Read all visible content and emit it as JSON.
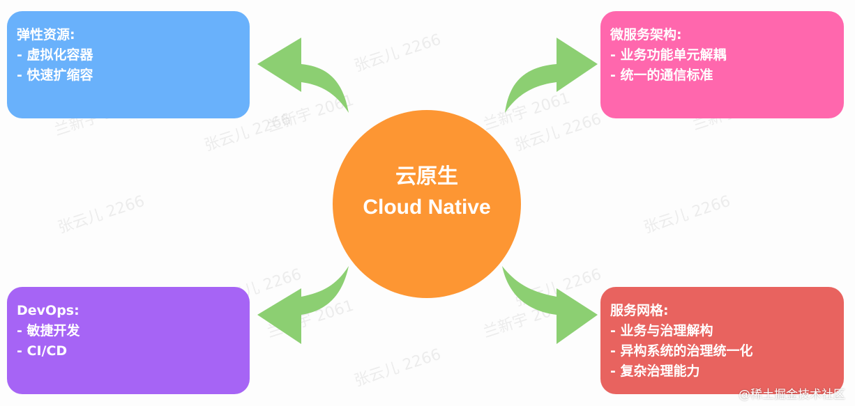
{
  "center": {
    "title_zh": "云原生",
    "title_en": "Cloud Native",
    "color": "#fd9633"
  },
  "boxes": [
    {
      "position": "top-left",
      "title": "弹性资源:",
      "items": [
        "- 虚拟化容器",
        "- 快速扩缩容"
      ],
      "color": "#69b1fb"
    },
    {
      "position": "top-right",
      "title": "微服务架构:",
      "items": [
        "- 业务功能单元解耦",
        "- 统一的通信标准"
      ],
      "color": "#ff67ad"
    },
    {
      "position": "bottom-left",
      "title": "DevOps:",
      "items": [
        "- 敏捷开发",
        "- CI/CD"
      ],
      "color": "#a664f5"
    },
    {
      "position": "bottom-right",
      "title": "服务网格:",
      "items": [
        "- 业务与治理解构",
        "- 异构系统的治理统一化",
        "- 复杂治理能力"
      ],
      "color": "#e8635f"
    }
  ],
  "arrow_color": "#8ccf72",
  "watermarks": [
    "张云儿 2266",
    "兰新宇 2061"
  ],
  "credit": "@稀土掘金技术社区"
}
